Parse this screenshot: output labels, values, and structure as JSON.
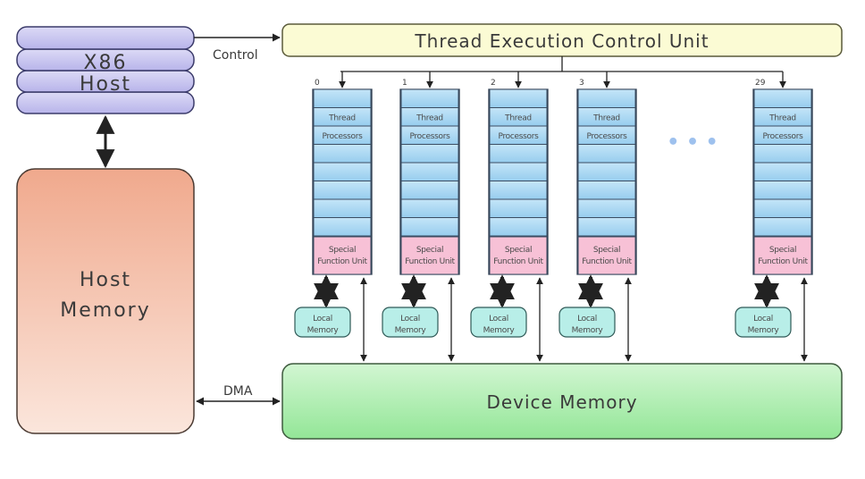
{
  "host": {
    "label_line1": "X86",
    "label_line2": "Host"
  },
  "control_label": "Control",
  "tecu": {
    "label": "Thread Execution Control Unit"
  },
  "host_memory": {
    "label_line1": "Host",
    "label_line2": "Memory"
  },
  "dma_label": "DMA",
  "device_memory": {
    "label": "Device Memory"
  },
  "ellipsis": "• • •",
  "processor_labels": {
    "thread": "Thread",
    "processors": "Processors",
    "special_line1": "Special",
    "special_line2": "Function Unit",
    "local_line1": "Local",
    "local_line2": "Memory"
  },
  "processor_columns": [
    {
      "index": "0"
    },
    {
      "index": "1"
    },
    {
      "index": "2"
    },
    {
      "index": "3"
    },
    {
      "index": "29"
    }
  ],
  "colors": {
    "host_stack": "#c9c6ef",
    "tecu_fill": "#fbfbd4",
    "host_memory_top": "#f0a98d",
    "host_memory_bottom": "#fbe6dc",
    "device_memory_top": "#c9f3c9",
    "device_memory_bottom": "#95e89a",
    "processor_cell": "#a9d6f2",
    "special_function": "#f7c1d6",
    "local_memory": "#b8eee8",
    "dots": "#9ec1ee"
  }
}
